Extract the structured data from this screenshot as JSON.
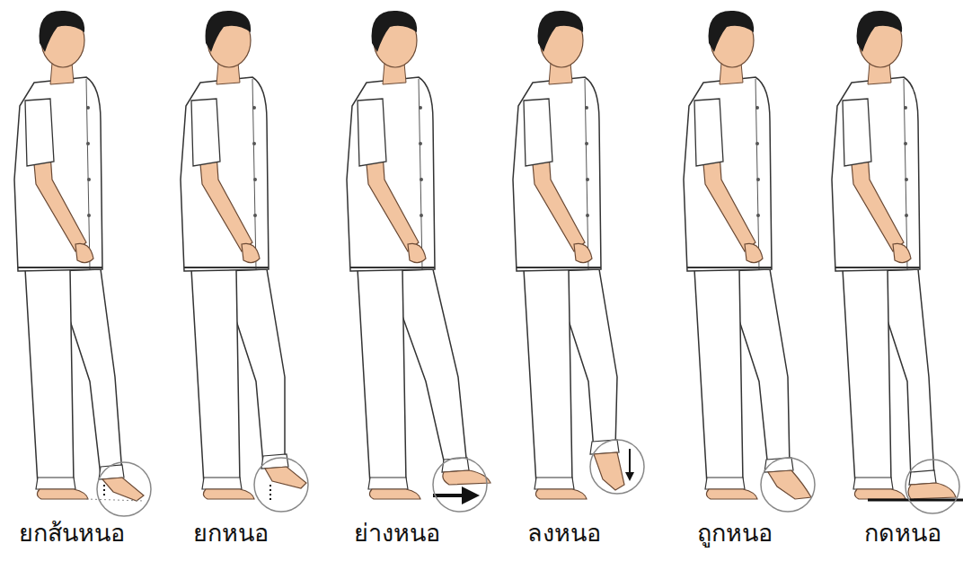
{
  "diagram": {
    "labels": [
      "ยกส้นหนอ",
      "ยกหนอ",
      "ย่างหนอ",
      "ลงหนอ",
      "ถูกหนอ",
      "กดหนอ"
    ]
  }
}
